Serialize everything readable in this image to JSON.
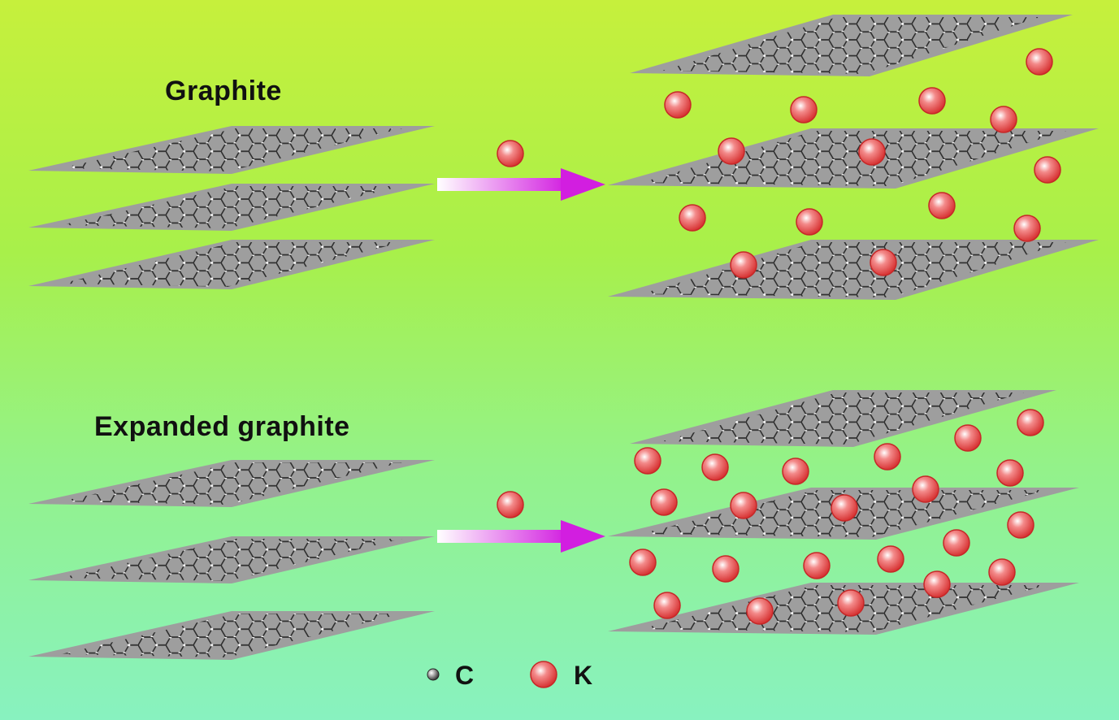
{
  "top": {
    "heading": "Graphite"
  },
  "bottom": {
    "heading": "Expanded graphite"
  },
  "legend": {
    "carbon_label": "C",
    "potassium_label": "K"
  },
  "colors": {
    "sheet_fill": "#9e9e9e",
    "sheet_line": "#3a3a3a",
    "potassium": "#e03a3a",
    "arrow": "#d21ee0"
  }
}
